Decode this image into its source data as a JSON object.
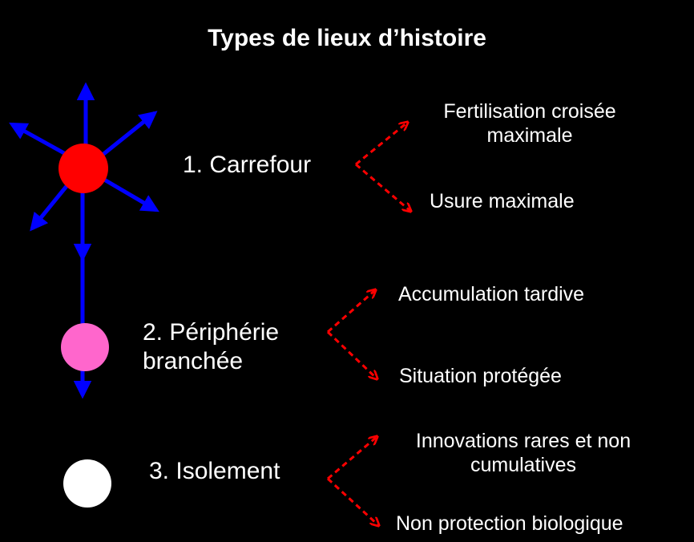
{
  "title": "Types de lieux d’histoire",
  "colors": {
    "background": "#000000",
    "text": "#ffffff",
    "carrefour_node": "#ff0000",
    "peripherie_node": "#ff66cc",
    "isolement_node": "#ffffff",
    "network_arrows": "#0000ff",
    "outcome_arrows": "#ff0000"
  },
  "types": [
    {
      "label": "1. Carrefour",
      "outcomes": [
        "Fertilisation croisée maximale",
        "Usure maximale"
      ]
    },
    {
      "label": "2. Périphérie branchée",
      "outcomes": [
        "Accumulation tardive",
        "Situation protégée"
      ]
    },
    {
      "label": "3. Isolement",
      "outcomes": [
        "Innovations rares et non cumulatives",
        "Non protection biologique"
      ]
    }
  ]
}
